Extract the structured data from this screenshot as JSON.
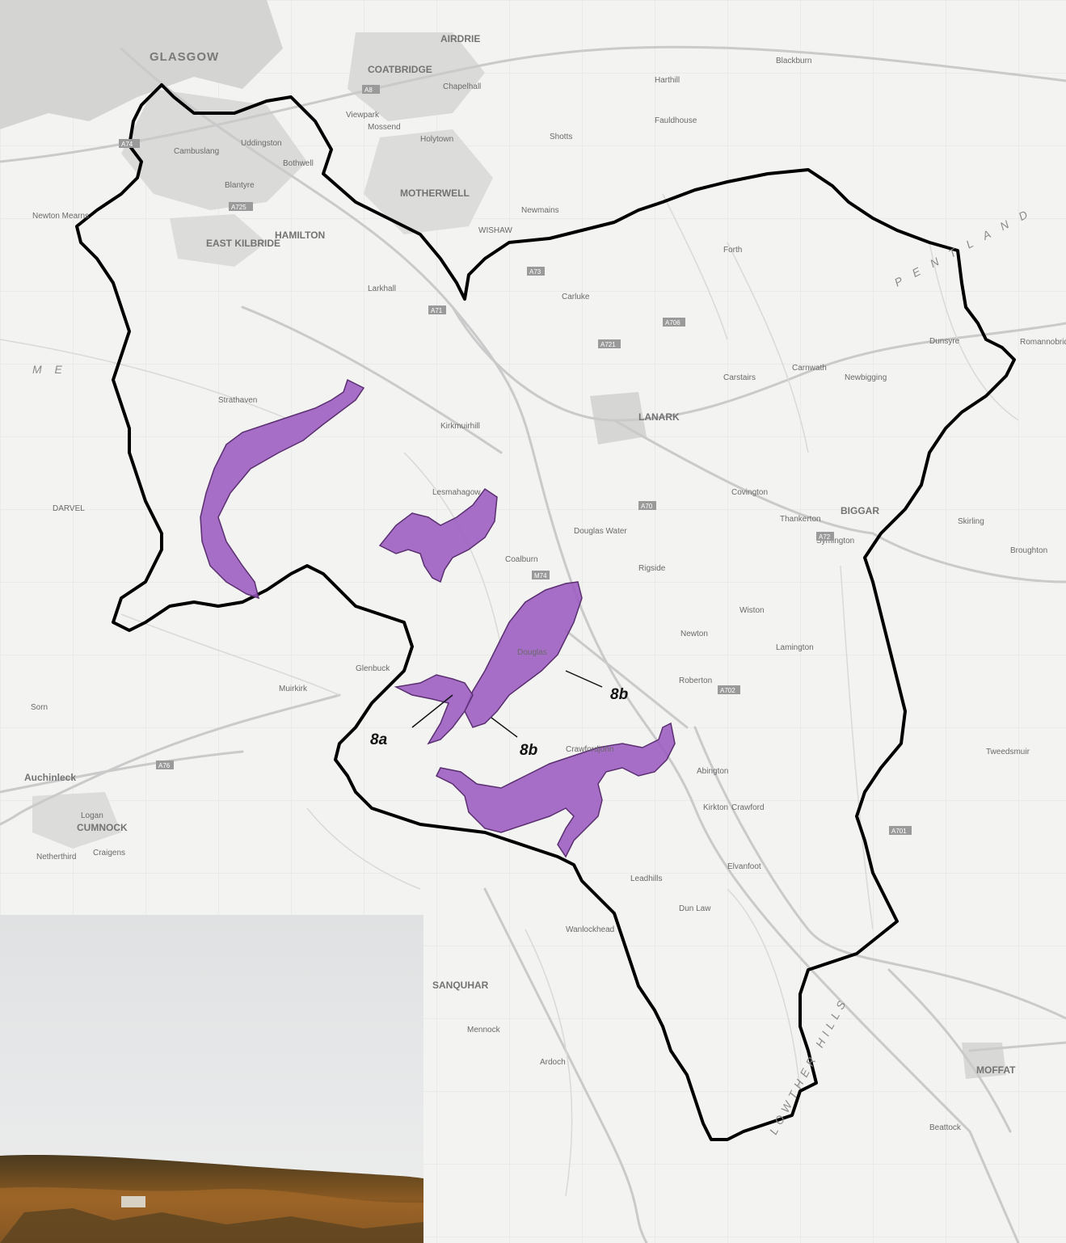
{
  "map": {
    "area_labels": [
      {
        "id": "8a",
        "text": "8a"
      },
      {
        "id": "8b-north",
        "text": "8b"
      },
      {
        "id": "8b-south",
        "text": "8b"
      }
    ],
    "places": {
      "glasgow": "GLASGOW",
      "airdrie": "AIRDRIE",
      "coatbridge": "COATBRIDGE",
      "motherwell": "MOTHERWELL",
      "wishaw": "WISHAW",
      "hamilton": "HAMILTON",
      "east_kilbride": "EAST KILBRIDE",
      "uddingston": "Uddingston",
      "bothwell": "Bothwell",
      "blantyre": "Blantyre",
      "cambuslang": "Cambuslang",
      "newton_mearns": "Newton Mearns",
      "larkhall": "Larkhall",
      "strathaven": "Strathaven",
      "lesmahagow": "Lesmahagow",
      "lanark": "LANARK",
      "carluke": "Carluke",
      "biggar": "BIGGAR",
      "douglas": "Douglas",
      "abington": "Abington",
      "leadhills": "Leadhills",
      "moffat": "MOFFAT",
      "cumnock": "CUMNOCK",
      "auchinleck": "Auchinleck",
      "sanquhar": "SANQUHAR",
      "shotts": "Shotts",
      "harthill": "Harthill",
      "fauldhouse": "Fauldhouse",
      "blackburn": "Blackburn",
      "forth": "Forth",
      "carnwath": "Carnwath",
      "muirkirk": "Muirkirk",
      "glenbuck": "Glenbuck",
      "crawford": "Crawford",
      "wanlockhead": "Wanlockhead",
      "elvanfoot": "Elvanfoot",
      "darvel": "DARVEL",
      "newmains": "Newmains",
      "viewpark": "Viewpark",
      "holytown": "Holytown",
      "mossend": "Mossend",
      "chapelhall": "Chapelhall",
      "kirkmuirhill": "Kirkmuirhill",
      "coalburn": "Coalburn",
      "symington": "Symington",
      "carstairs": "Carstairs",
      "crawfordjohn": "Crawfordjohn",
      "dun_law": "Dun Law",
      "newton": "Newton",
      "roberton": "Roberton",
      "wiston": "Wiston",
      "rigside": "Rigside",
      "lamington": "Lamington",
      "thankerton": "Thankerton",
      "covington": "Covington",
      "newbigging": "Newbigging",
      "dolphinton": "Dunsyre",
      "romannobridge": "Romannobrid",
      "tweedsmuir": "Tweedsmuir",
      "beattock": "Beattock",
      "kirkton": "Kirkton",
      "ardoch": "Ardoch",
      "mennock": "Mennock",
      "sorn": "Sorn",
      "logan": "Logan",
      "netherthird": "Netherthird",
      "cragens": "Craigens",
      "broughton": "Broughton",
      "skirling": "Skirling",
      "pentland": "P E N T L A N D",
      "lowther_hills": "LOWTHER HILLS",
      "muirhead_me": "M  E",
      "douglas_water": "Douglas Water"
    },
    "roads": [
      "A74",
      "A725",
      "A71",
      "A72",
      "A73",
      "A70",
      "M74",
      "A702",
      "A701",
      "A721",
      "A706",
      "A8",
      "A76"
    ],
    "colors": {
      "boundary": "#000000",
      "shaded_area": "#9b5bc0",
      "shaded_outline": "#5a2f70",
      "urban": "#cfcfcf",
      "road": "#c9c9c9",
      "background": "#f3f3f1"
    }
  }
}
